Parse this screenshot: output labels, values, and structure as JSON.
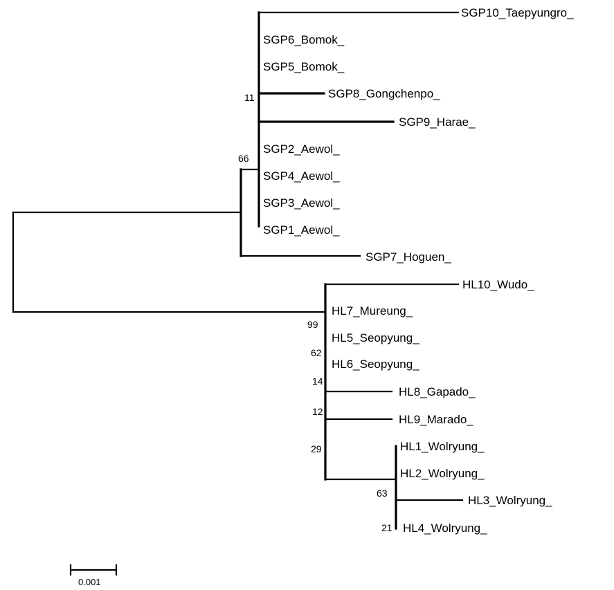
{
  "tree": {
    "leaves": [
      {
        "id": "sgp10",
        "label": "SGP10_Taepyungro_"
      },
      {
        "id": "sgp6",
        "label": "SGP6_Bomok_"
      },
      {
        "id": "sgp5",
        "label": "SGP5_Bomok_"
      },
      {
        "id": "sgp8",
        "label": "SGP8_Gongchenpo_"
      },
      {
        "id": "sgp9",
        "label": "SGP9_Harae_"
      },
      {
        "id": "sgp2",
        "label": "SGP2_Aewol_"
      },
      {
        "id": "sgp4",
        "label": "SGP4_Aewol_"
      },
      {
        "id": "sgp3",
        "label": "SGP3_Aewol_"
      },
      {
        "id": "sgp1",
        "label": "SGP1_Aewol_"
      },
      {
        "id": "sgp7",
        "label": "SGP7_Hoguen_"
      },
      {
        "id": "hl10",
        "label": "HL10_Wudo_"
      },
      {
        "id": "hl7",
        "label": "HL7_Mureung_"
      },
      {
        "id": "hl5",
        "label": "HL5_Seopyung_"
      },
      {
        "id": "hl6",
        "label": "HL6_Seopyung_"
      },
      {
        "id": "hl8",
        "label": "HL8_Gapado_"
      },
      {
        "id": "hl9",
        "label": "HL9_Marado_"
      },
      {
        "id": "hl1",
        "label": "HL1_Wolryung_"
      },
      {
        "id": "hl2",
        "label": "HL2_Wolryung_"
      },
      {
        "id": "hl3",
        "label": "HL3_Wolryung_"
      },
      {
        "id": "hl4",
        "label": "HL4_Wolryung_"
      }
    ],
    "support_values": [
      {
        "id": "sgp-inner",
        "value": "11"
      },
      {
        "id": "sgp-clade",
        "value": "66"
      },
      {
        "id": "hl-clade",
        "value": "99"
      },
      {
        "id": "hl-62",
        "value": "62"
      },
      {
        "id": "hl-14",
        "value": "14"
      },
      {
        "id": "hl-12",
        "value": "12"
      },
      {
        "id": "hl-29",
        "value": "29"
      },
      {
        "id": "wolryung-clade",
        "value": "63"
      },
      {
        "id": "wolryung-inner",
        "value": "21"
      }
    ]
  },
  "scale_bar": {
    "label": "0.001"
  }
}
